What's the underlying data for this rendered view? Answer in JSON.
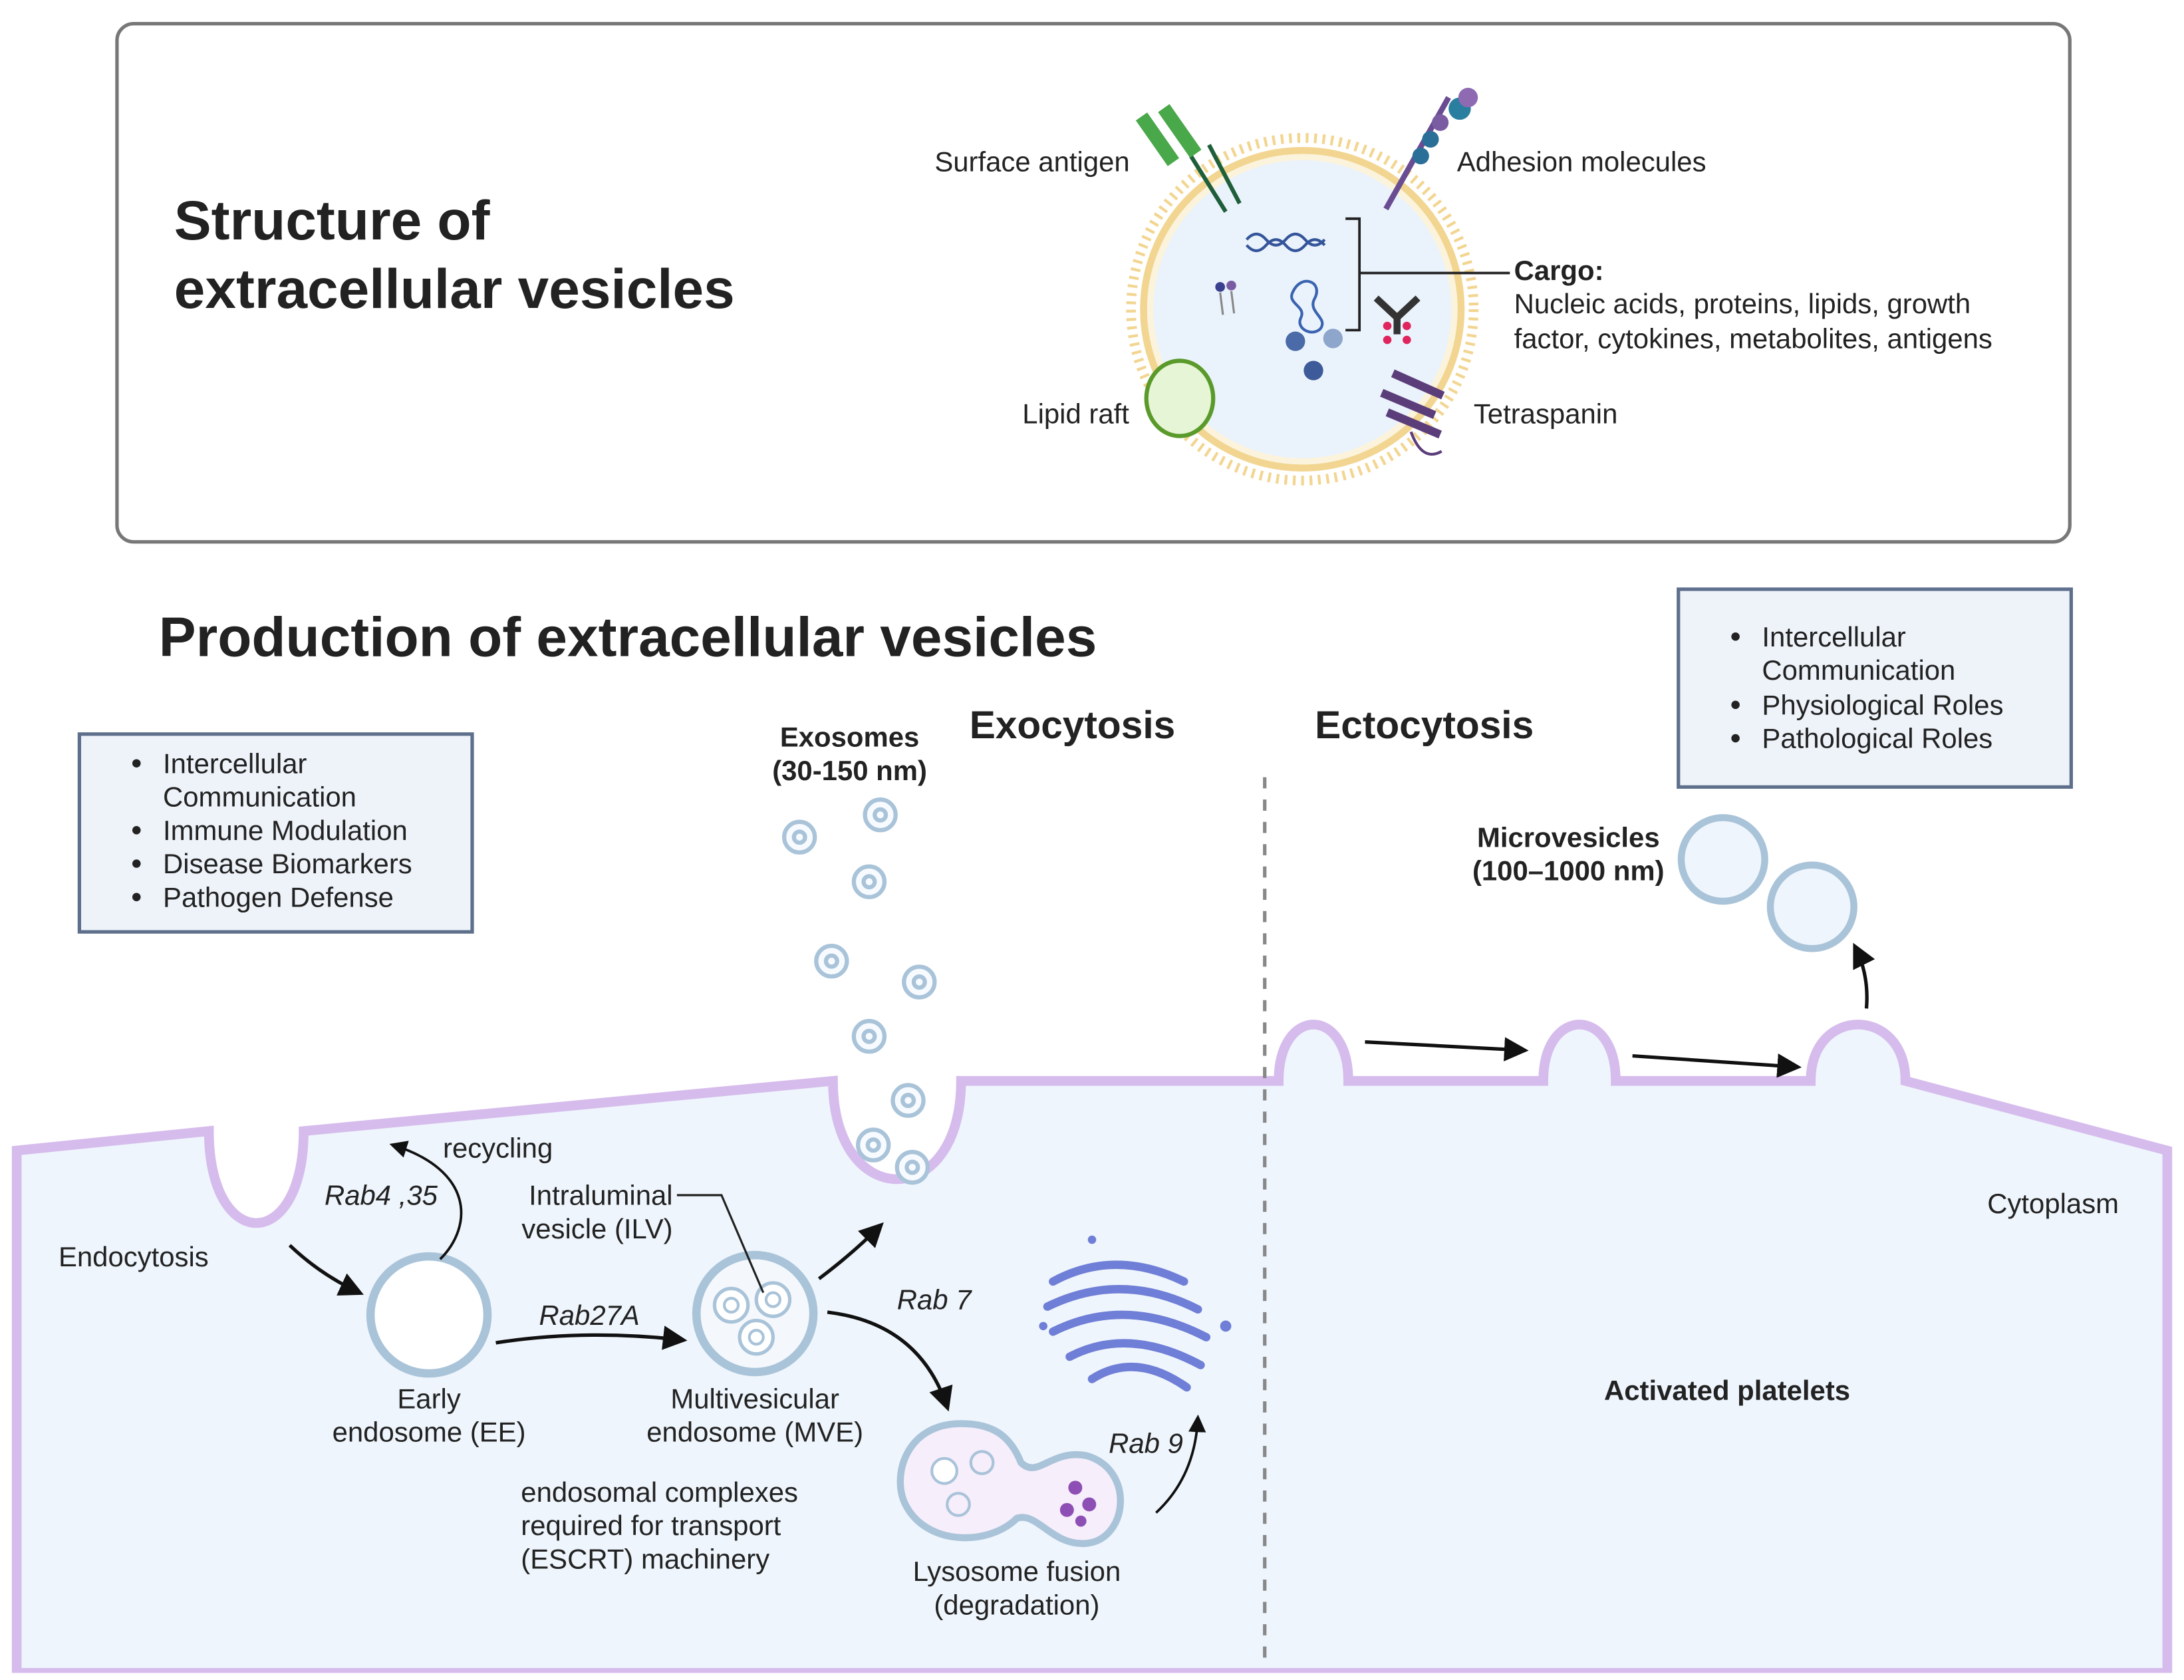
{
  "structure": {
    "title_line1": "Structure of",
    "title_line2": "extracellular vesicles",
    "surface_antigen": "Surface antigen",
    "adhesion_molecules": "Adhesion molecules",
    "cargo_title": "Cargo:",
    "cargo_line1": "Nucleic acids, proteins, lipids, growth",
    "cargo_line2": "factor, cytokines, metabolites, antigens",
    "lipid_raft": "Lipid raft",
    "tetraspanin": "Tetraspanin"
  },
  "production": {
    "title": "Production of extracellular vesicles",
    "exocytosis": "Exocytosis",
    "ectocytosis": "Ectocytosis",
    "exosomes_line1": "Exosomes",
    "exosomes_line2": "(30-150 nm)",
    "microvesicles_line1": "Microvesicles",
    "microvesicles_line2": "(100–1000 nm)",
    "left_box": [
      "Intercellular",
      "Communication",
      "Immune Modulation",
      "Disease Biomarkers",
      "Pathogen Defense"
    ],
    "right_box": [
      "Intercellular",
      "Communication",
      "Physiological Roles",
      "Pathological Roles"
    ],
    "recycling": "recycling",
    "rab4": "Rab4 ,35",
    "endocytosis": "Endocytosis",
    "ilv_line1": "Intraluminal",
    "ilv_line2": "vesicle (ILV)",
    "rab27a": "Rab27A",
    "rab7": "Rab 7",
    "rab9": "Rab 9",
    "ee_line1": "Early",
    "ee_line2": "endosome (EE)",
    "mve_line1": "Multivesicular",
    "mve_line2": "endosome (MVE)",
    "escrt_line1": "endosomal complexes",
    "escrt_line2": "required for transport",
    "escrt_line3": "(ESCRT) machinery",
    "lyso_line1": "Lysosome fusion",
    "lyso_line2": "(degradation)",
    "cytoplasm": "Cytoplasm",
    "platelets": "Activated platelets"
  },
  "colors": {
    "membrane": "#d6bcec",
    "cytoplasm": "#eef5fc",
    "vesicle_ring": "#a9c3d9",
    "lipid_bead": "#f2d590",
    "box_border": "#5e6f8c",
    "box_fill": "#eef3fa",
    "golgi": "#6f7ed6"
  }
}
